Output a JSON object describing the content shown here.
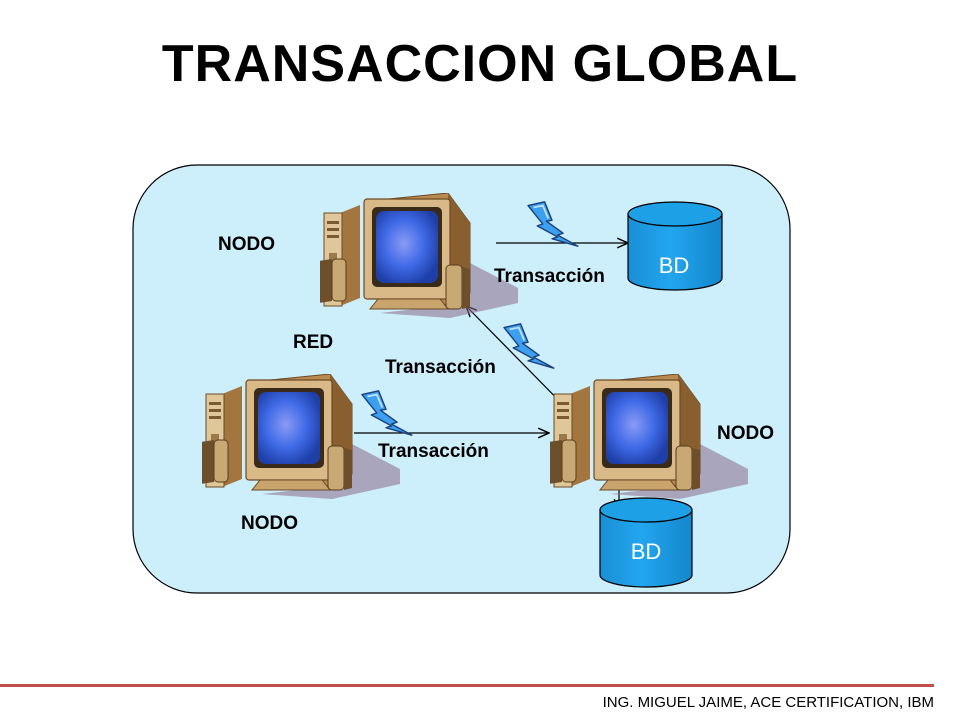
{
  "title": "TRANSACCION GLOBAL",
  "diagram": {
    "network_label": "RED",
    "nodes": [
      {
        "label": "NODO"
      },
      {
        "label": "NODO"
      },
      {
        "label": "NODO"
      }
    ],
    "databases": [
      {
        "label": "BD"
      },
      {
        "label": "BD"
      }
    ],
    "transactions": [
      {
        "label": "Transacción"
      },
      {
        "label": "Transacción"
      },
      {
        "label": "Transacción"
      }
    ]
  },
  "colors": {
    "network_fill": "#cdeefb",
    "database_fill": "#1ea0e6",
    "lightning_fill": "#3c9ff0",
    "footer_line": "#c0504d"
  },
  "footer": "ING. MIGUEL JAIME, ACE CERTIFICATION, IBM"
}
